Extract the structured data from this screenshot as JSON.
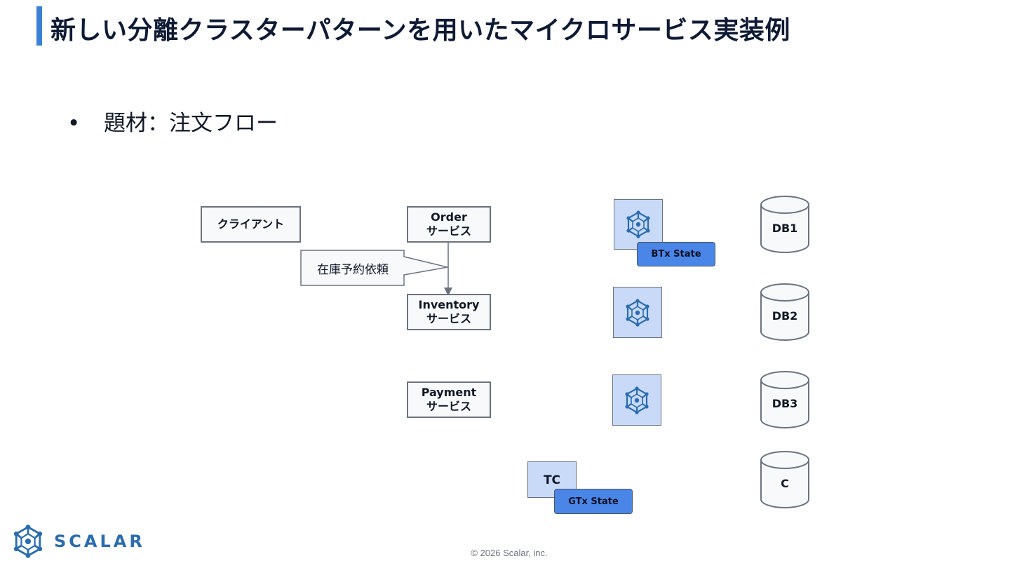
{
  "slide": {
    "title": "新しい分離クラスターパターンを用いたマイクロサービス実装例",
    "bullet_glyph": "•",
    "bullet_text": "題材：注文フロー"
  },
  "diagram": {
    "client": "クライアント",
    "order_name": "Order",
    "order_suffix": "サービス",
    "inventory_name": "Inventory",
    "inventory_suffix": "サービス",
    "payment_name": "Payment",
    "payment_suffix": "サービス",
    "callout": "在庫予約依頼",
    "btx_state": "BTx State",
    "tc": "TC",
    "gtx_state": "GTx State",
    "db1": "DB1",
    "db2": "DB2",
    "db3": "DB3",
    "db_c": "C"
  },
  "brand": {
    "logo_text": "SCALAR",
    "copyright": "© 2026 Scalar, inc.",
    "accent_color": "#3b82d6",
    "node_fill": "#c9daf8",
    "tag_fill": "#4a86e8"
  },
  "icons": [
    "scalardb-node-icon",
    "scalar-logo-icon",
    "database-cylinder-icon"
  ]
}
